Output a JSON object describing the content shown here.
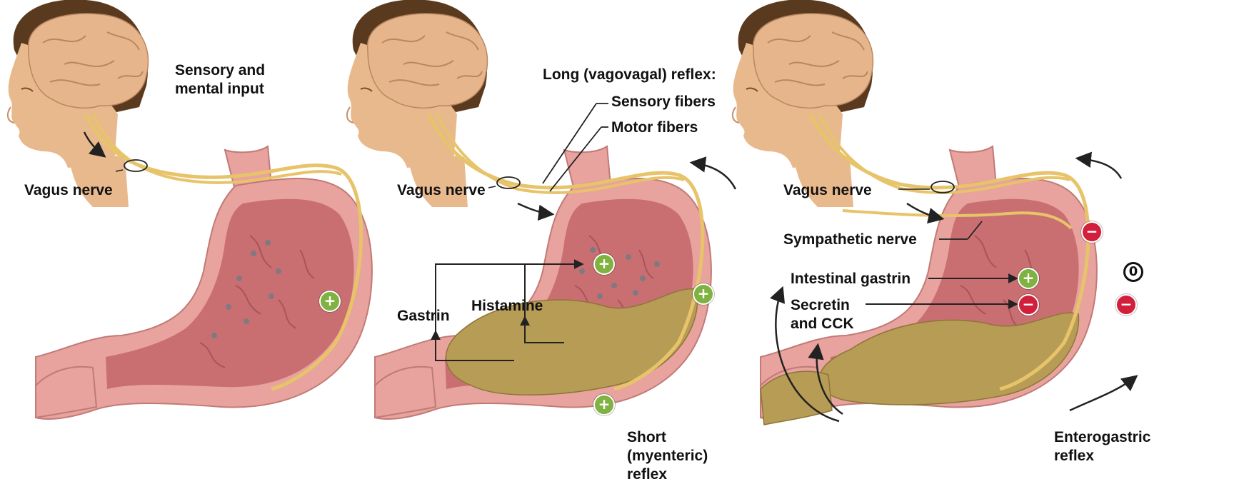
{
  "panel1": {
    "input_label": "Sensory and\nmental input",
    "vagus_label": "Vagus nerve",
    "badge_plus": "+"
  },
  "panel2": {
    "reflex_title": "Long (vagovagal) reflex:",
    "sensory_label": "Sensory fibers",
    "motor_label": "Motor fibers",
    "vagus_label": "Vagus nerve",
    "gastrin_label": "Gastrin",
    "histamine_label": "Histamine",
    "short_reflex_label": "Short\n(myenteric)\nreflex",
    "badge_plus": "+"
  },
  "panel3": {
    "vagus_label": "Vagus nerve",
    "sympathetic_label": "Sympathetic nerve",
    "intestinal_gastrin_label": "Intestinal gastrin",
    "secretin_label": "Secretin\nand CCK",
    "enterogastric_label": "Enterogastric\nreflex",
    "badge_plus": "+",
    "badge_minus": "−",
    "badge_zero": "0"
  },
  "colors": {
    "nerve": "#e7c36a",
    "stomach_wall": "#e8a39e",
    "stomach_lumen": "#c96f72",
    "chyme": "#b79c55",
    "skin": "#e9b98e",
    "hair": "#5a3a1e",
    "brain": "#e7b58b",
    "plus": "#7fb241",
    "minus": "#d21f3c"
  },
  "icons": [
    "head-icon",
    "brain-icon",
    "stomach-icon",
    "chyme-icon",
    "arrow-icon",
    "plus-badge-icon",
    "minus-badge-icon",
    "zero-badge-icon"
  ]
}
